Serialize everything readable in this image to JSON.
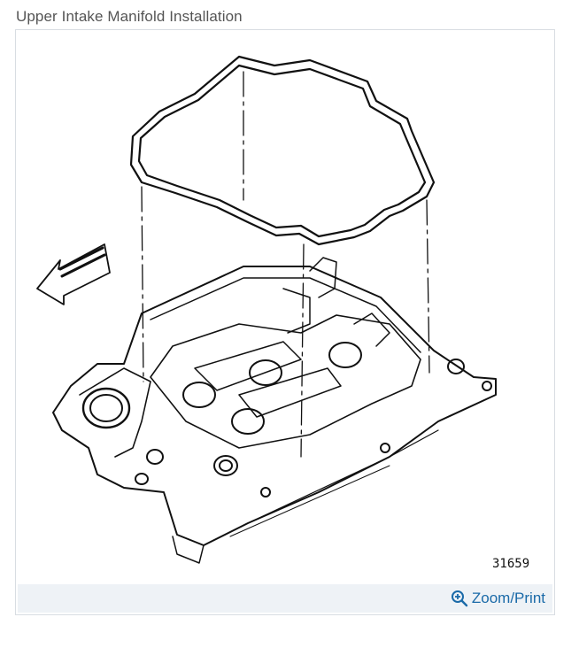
{
  "header": {
    "title": "Upper Intake Manifold Installation"
  },
  "figure": {
    "reference_number": "31659"
  },
  "footer": {
    "zoom_label": "Zoom/Print",
    "zoom_icon": "zoom-in-icon"
  },
  "colors": {
    "link": "#1a6aa8",
    "footer_bg": "#eef2f6",
    "border": "#d8dde2"
  }
}
